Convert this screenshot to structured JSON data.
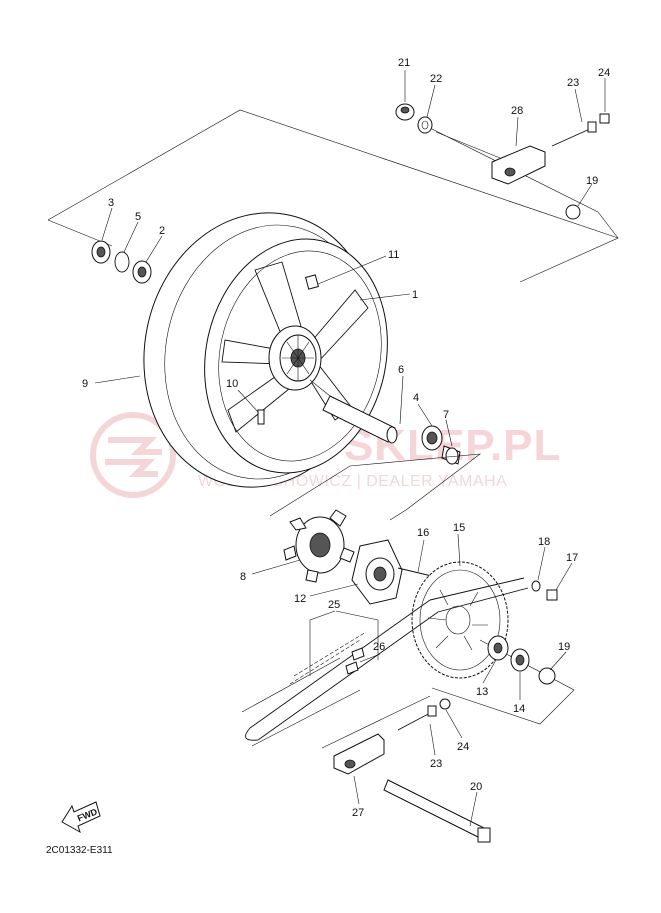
{
  "diagram_code": "2C01332-E311",
  "watermark": {
    "brand": "MOTA-SKLEP.PL",
    "subtitle": "WODICIECHOWICZ | DEALER YAMAHA"
  },
  "fwd_label": "FWD",
  "callouts": [
    "21",
    "22",
    "23",
    "24",
    "28",
    "19",
    "3",
    "5",
    "2",
    "11",
    "1",
    "9",
    "6",
    "4",
    "7",
    "10",
    "8",
    "12",
    "16",
    "15",
    "18",
    "17",
    "25",
    "26",
    "19",
    "13",
    "14",
    "24",
    "23",
    "20",
    "27"
  ]
}
